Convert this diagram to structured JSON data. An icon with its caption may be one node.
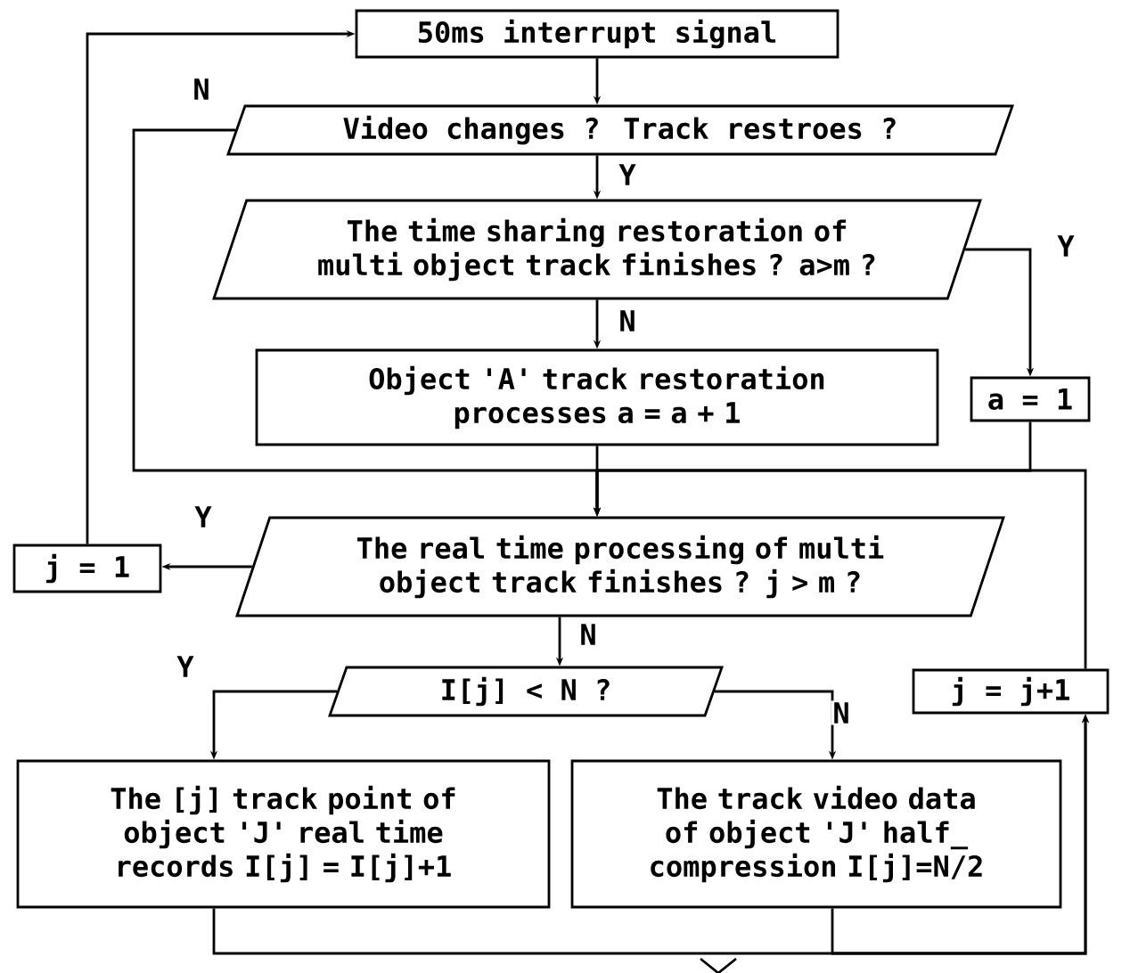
{
  "diagram": {
    "nodes": [
      {
        "text": [
          "50ms interrupt signal"
        ]
      },
      {
        "text": [
          "Video changes ? Track restroes ?"
        ]
      },
      {
        "text": [
          "The time sharing restoration of multi object track finishes ? a>m ?"
        ]
      },
      {
        "text": [
          "Object 'A' track restoration processes a = a + 1"
        ]
      },
      {
        "text": [
          "a = 1"
        ]
      },
      {
        "text": [
          "j = 1"
        ]
      },
      {
        "text": [
          "The real time processing of multi object track finishes ? j > m ?"
        ]
      },
      {
        "text": [
          "I[j] < N ?"
        ]
      },
      {
        "text": [
          "j = j+1"
        ]
      },
      {
        "text": [
          "The [j] track point of object 'J' real time records I[j] = I[j]+1"
        ]
      },
      {
        "text": [
          "The track video data of object 'J' half_ compression I[j]=N/2"
        ]
      }
    ],
    "edges": [
      {
        "from": 0,
        "to": 1,
        "arrow": "to"
      },
      {
        "from": 1,
        "to": 2,
        "arrow": "to",
        "label": "Y"
      },
      {
        "from": 1,
        "to": 6,
        "arrow": "to",
        "label": "N"
      },
      {
        "from": 2,
        "to": 3,
        "arrow": "to",
        "label": "N"
      },
      {
        "from": 2,
        "to": 4,
        "arrow": "to",
        "label": "Y"
      },
      {
        "from": 3,
        "to": 6,
        "arrow": "to"
      },
      {
        "from": 4,
        "to": 6,
        "arrow": "to"
      },
      {
        "from": 6,
        "to": 5,
        "arrow": "to",
        "label": "Y"
      },
      {
        "from": 5,
        "to": 0,
        "arrow": "to"
      },
      {
        "from": 6,
        "to": 7,
        "arrow": "to",
        "label": "N"
      },
      {
        "from": 7,
        "to": 9,
        "arrow": "to",
        "label": "Y"
      },
      {
        "from": 7,
        "to": 10,
        "arrow": "to",
        "label": "N"
      },
      {
        "from": 9,
        "to": 8,
        "arrow": "to"
      },
      {
        "from": 10,
        "to": 8,
        "arrow": "to"
      },
      {
        "from": 8,
        "to": 6,
        "arrow": "to"
      }
    ]
  }
}
